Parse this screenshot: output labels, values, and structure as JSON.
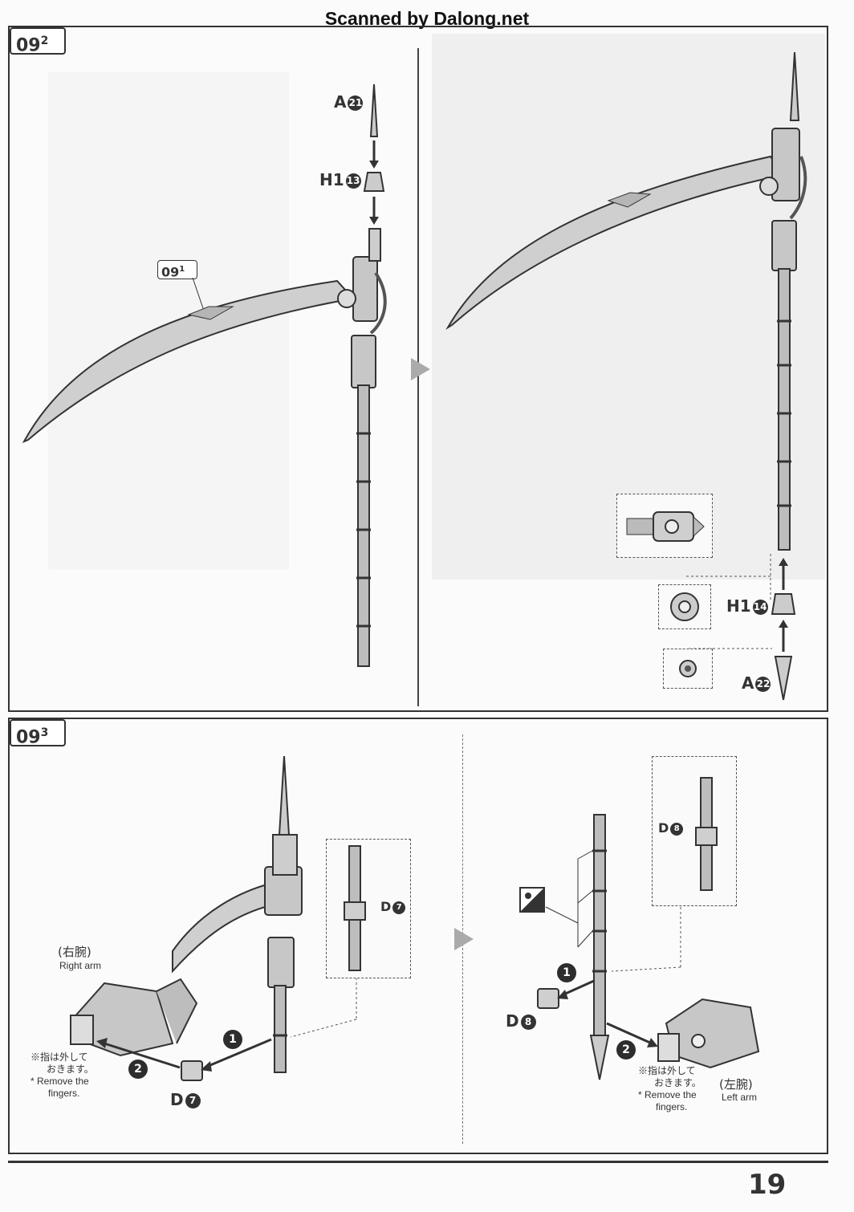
{
  "header": {
    "scan_credit": "Scanned by Dalong.net"
  },
  "step_top": {
    "number": "09",
    "sub": "2",
    "ref_box": {
      "number": "09",
      "sub": "1"
    },
    "parts": [
      {
        "code": "A",
        "num": "21"
      },
      {
        "code": "H1",
        "num": "13"
      },
      {
        "code": "H1",
        "num": "14"
      },
      {
        "code": "A",
        "num": "22"
      }
    ]
  },
  "step_bottom": {
    "number": "09",
    "sub": "3",
    "parts": [
      {
        "code": "D",
        "num": "7"
      },
      {
        "code": "D",
        "num": "7"
      },
      {
        "code": "D",
        "num": "8"
      },
      {
        "code": "D",
        "num": "8"
      }
    ],
    "right_arm_jp": "(右腕)",
    "right_arm_en": "Right arm",
    "left_arm_jp": "(左腕)",
    "left_arm_en": "Left arm",
    "note_jp_1": "※指は外して",
    "note_jp_2": "おきます。",
    "note_en_1": "* Remove the",
    "note_en_2": "fingers.",
    "badges": [
      "1",
      "2"
    ]
  },
  "page_number": "19",
  "colors": {
    "line": "#333333",
    "panel_bg": "#fbfbfb",
    "ghost": "#e6e6e6"
  }
}
